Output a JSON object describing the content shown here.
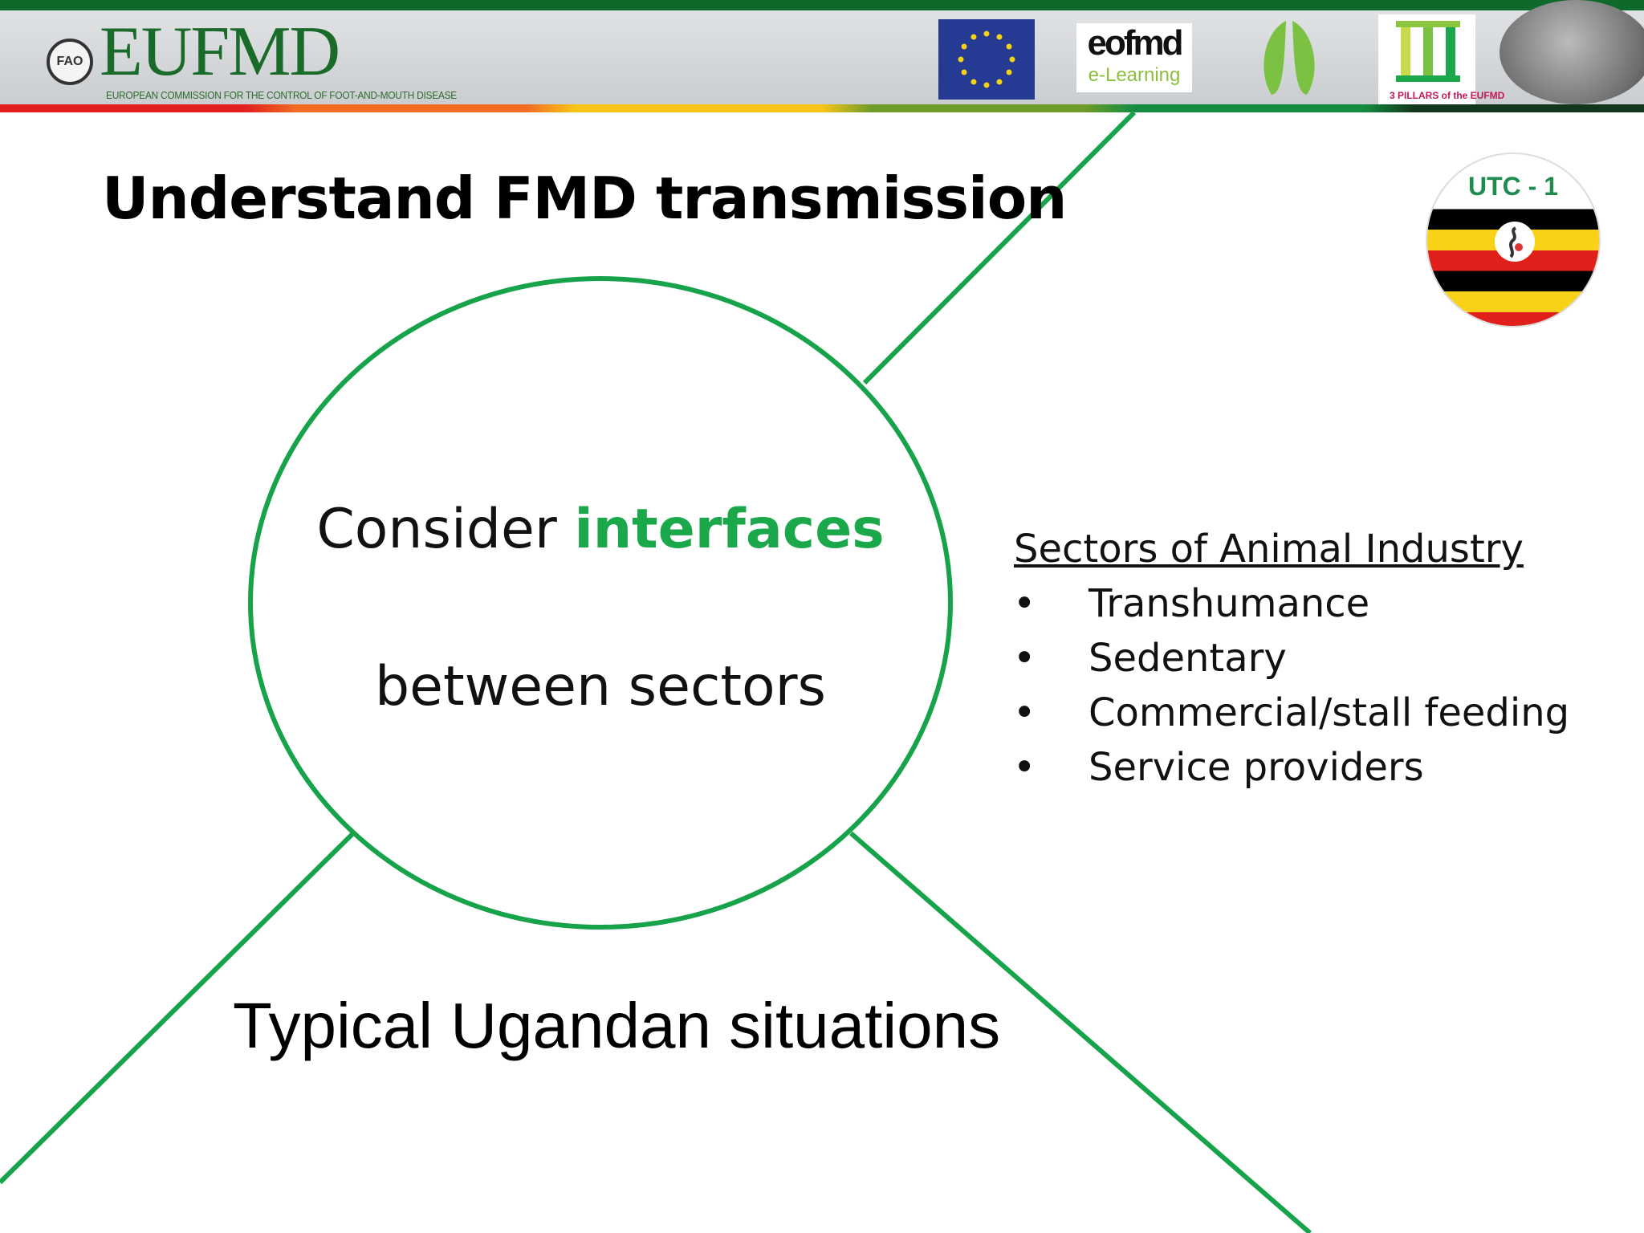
{
  "header": {
    "logo_text": "EUFMD",
    "logo_subtitle": "EUROPEAN COMMISSION FOR THE CONTROL OF FOOT-AND-MOUTH DISEASE",
    "fao_emblem": "FAO",
    "eofmd_logo": {
      "name": "eofmd",
      "sub": "e-Learning"
    },
    "pillars_logo": "3 PILLARS of the EUFMD"
  },
  "slide": {
    "title": "Understand FMD transmission",
    "circle": {
      "line1_prefix": "Consider ",
      "line1_highlight": "interfaces",
      "line2": "between sectors"
    },
    "bottom_text": "Typical Ugandan situations",
    "sectors": {
      "heading": "Sectors of Animal Industry",
      "bullet": "•",
      "items": [
        "Transhumance",
        "Sedentary",
        "Commercial/stall feeding",
        "Service providers"
      ]
    },
    "badge": {
      "label": "UTC - 1"
    }
  },
  "colors": {
    "accent_green": "#1aa84a",
    "header_green": "#0d6a2a"
  }
}
